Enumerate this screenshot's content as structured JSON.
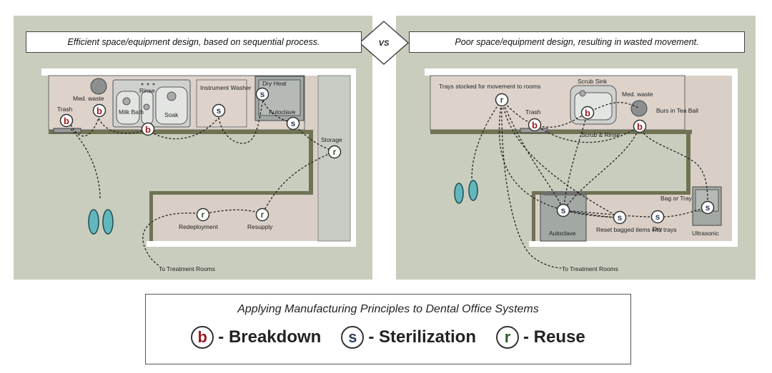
{
  "left_panel": {
    "title": "Efficient space/equipment design, based on sequential process.",
    "labels": {
      "med_waste": "Med. waste",
      "trash": "Trash",
      "rinse": "Rinse",
      "milk_bath": "Milk Bath",
      "soak": "Soak",
      "instrument_washer": "Instrument Washer",
      "dry_heat": "Dry Heat",
      "autoclave": "Autoclave",
      "storage": "Storage",
      "redeployment": "Redeployment",
      "resupply": "Resupply",
      "to_treatment": "To Treatment Rooms"
    }
  },
  "vs_label": "VS",
  "right_panel": {
    "title": "Poor space/equipment design, resulting in wasted movement.",
    "labels": {
      "trays_stocked": "Trays stocked for movement to rooms",
      "trash": "Trash",
      "scrub_sink": "Scrub Sink",
      "med_waste": "Med. waste",
      "scrub_rinse": "Scrub & Rinse",
      "burs": "Burs in Tea Ball",
      "bag_or_tray": "Bag or Tray",
      "autoclave": "Autoclave",
      "reset_bagged": "Reset bagged items into trays",
      "dry": "Dry",
      "ultrasonic": "Ultrasonic",
      "to_treatment": "To Treatment Rooms"
    }
  },
  "legend": {
    "title": "Applying Manufacturing Principles to Dental Office Systems",
    "items": [
      {
        "letter": "b",
        "label": "- Breakdown",
        "color": "#9b1c23"
      },
      {
        "letter": "s",
        "label": "- Sterilization",
        "color": "#2c3e5a"
      },
      {
        "letter": "r",
        "label": "- Reuse",
        "color": "#2e5a2e"
      }
    ]
  },
  "colors": {
    "panel_bg": "#c9cdbd",
    "floor": "#d9cfc6",
    "wall": "#6f7354",
    "breakdown": "#9b1c23",
    "sterilization": "#2c3e5a",
    "reuse": "#2e5a2e",
    "footprint": "#62b7bd"
  }
}
